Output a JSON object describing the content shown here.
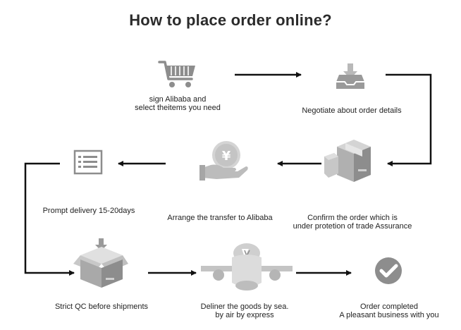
{
  "title": "How to place order online?",
  "steps": [
    {
      "id": 1,
      "icon": "shopping-cart-icon",
      "lines": [
        "sign Alibaba and",
        "select theitems you need"
      ]
    },
    {
      "id": 2,
      "icon": "inbox-download-icon",
      "lines": [
        "Negotiate about order details"
      ]
    },
    {
      "id": 3,
      "icon": "package-box-icon",
      "lines": [
        "Confirm the order which is",
        "under protetion of trade Assurance"
      ]
    },
    {
      "id": 4,
      "icon": "yuan-coin-hand-icon",
      "lines": [
        "Arrange the transfer to Alibaba"
      ]
    },
    {
      "id": 5,
      "icon": "checklist-icon",
      "lines": [
        "Prompt delivery 15-20days"
      ]
    },
    {
      "id": 6,
      "icon": "open-box-icon",
      "lines": [
        "Strict QC before shipments"
      ]
    },
    {
      "id": 7,
      "icon": "airplane-icon",
      "lines": [
        "Deliner the goods by sea.",
        "by air by express"
      ]
    },
    {
      "id": 8,
      "icon": "check-circle-icon",
      "lines": [
        "Order completed",
        "A pleasant business with you"
      ]
    }
  ],
  "colors": {
    "icon": "#8d8d8d",
    "icon_light": "#c6c6c6",
    "arrow": "#111111",
    "text": "#222222"
  }
}
